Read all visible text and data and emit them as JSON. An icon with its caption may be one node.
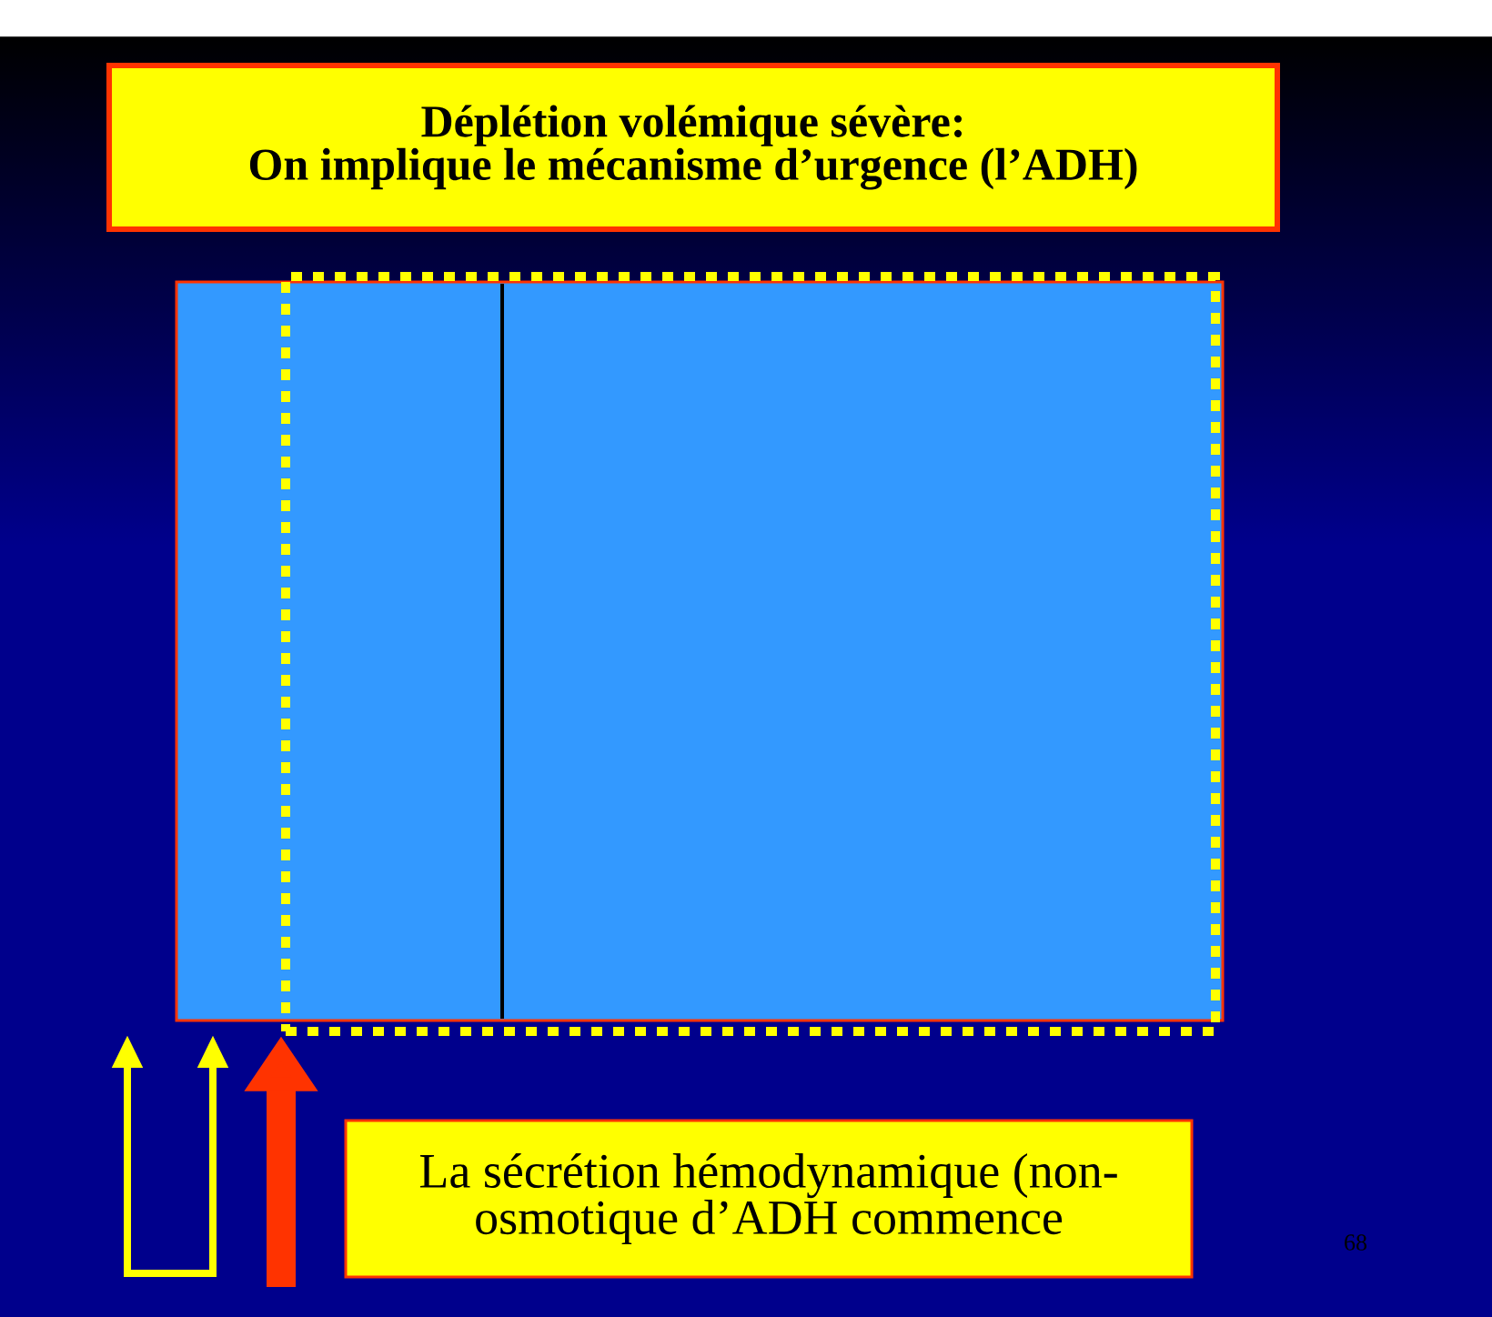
{
  "diagram": {
    "nodes": [
      {
        "text": [
          "Déplétion volémique sévère:",
          "On implique le mécanisme d’urgence (l’ADH)"
        ]
      },
      {
        "text": [],
        "shape": "box"
      },
      {
        "text": [],
        "shape": "box"
      },
      {
        "text": [
          "La sécrétion hémodynamique (non-osmotique d’ADH commence"
        ]
      }
    ],
    "edges": [
      {
        "from": null,
        "to": 2,
        "arrow": "to",
        "color": "#ff3300"
      }
    ],
    "labels": [
      "68"
    ]
  }
}
